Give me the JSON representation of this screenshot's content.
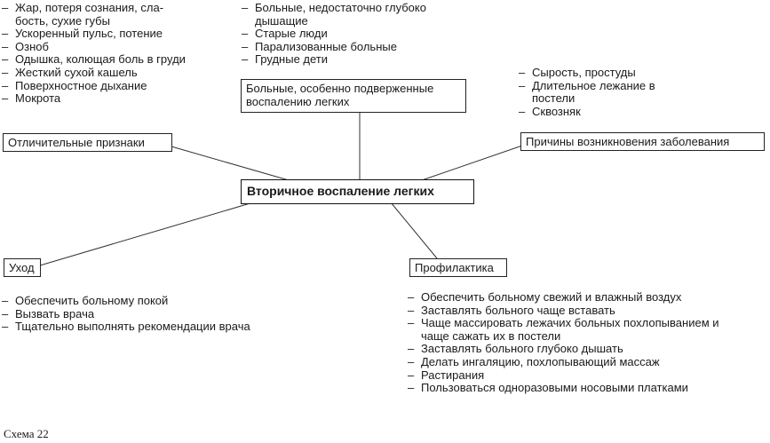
{
  "center": "Вторичное воспаление легких",
  "branches": {
    "signs": {
      "title": "Отличительные признаки",
      "items": [
        "Жар, потеря сознания, сла-\nбость, сухие губы",
        "Ускоренный пульс, потение",
        "Озноб",
        "Одышка, колющая боль в груди",
        "Жесткий сухой кашель",
        "Поверхностное дыхание",
        "Мокрота"
      ]
    },
    "patients": {
      "title": "Больные, особенно подверженные воспалению легких",
      "items": [
        "Больные, недостаточно глубоко\nдышащие",
        "Старые люди",
        "Парализованные больные",
        "Грудные дети"
      ]
    },
    "causes": {
      "title": "Причины возникновения заболевания",
      "items": [
        "Сырость, простуды",
        "Длительное лежание в\nпостели",
        "Сквозняк"
      ]
    },
    "care": {
      "title": "Уход",
      "items": [
        "Обеспечить больному покой",
        "Вызвать врача",
        "Тщательно выполнять рекомендации врача"
      ]
    },
    "prevention": {
      "title": "Профилактика",
      "items": [
        "Обеспечить больному свежий и влажный воздух",
        "Заставлять больного чаще вставать",
        "Чаще массировать лежачих больных похлопыванием и\nчаще сажать их в постели",
        "Заставлять больного глубоко дышать",
        "Делать ингаляцию, похлопывающий массаж",
        "Растирания",
        "Пользоваться одноразовыми носовыми платками"
      ]
    }
  },
  "caption": "Схема 22"
}
